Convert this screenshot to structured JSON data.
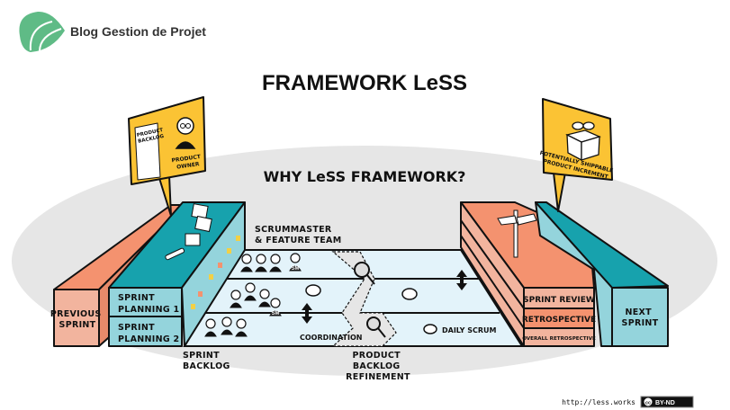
{
  "brand": {
    "name": "Blog Gestion de Projet",
    "color": "#5fbb86"
  },
  "title": "FRAMEWORK LeSS",
  "subtitle": "WHY LeSS FRAMEWORK?",
  "left_sign": {
    "doc_title": [
      "PRODUCT",
      "BACKLOG"
    ],
    "role": [
      "PRODUCT",
      "OWNER"
    ]
  },
  "right_sign": {
    "caption": [
      "POTENTIALLY SHIPPABLE",
      "PRODUCT INCREMENT"
    ]
  },
  "labels": {
    "previous_sprint": [
      "PREVIOUS",
      "SPRINT"
    ],
    "sprint_planning_1": [
      "SPRINT",
      "PLANNING 1"
    ],
    "sprint_planning_2": [
      "SPRINT",
      "PLANNING 2"
    ],
    "team": [
      "SCRUMMASTER",
      "& FEATURE TEAM"
    ],
    "coordination": "COORDINATION",
    "daily_scrum": "DAILY SCRUM",
    "sprint_backlog": [
      "SPRINT",
      "BACKLOG"
    ],
    "refinement": [
      "PRODUCT",
      "BACKLOG",
      "REFINEMENT"
    ],
    "sprint_review": "SPRINT REVIEW",
    "retrospective": "RETROSPECTIVE",
    "overall_retrospective": "OVERALL RETROSPECTIVE",
    "next_sprint": [
      "NEXT",
      "SPRINT"
    ],
    "scrum_master_badge": "SM"
  },
  "footer": {
    "url": "http://less.works",
    "license_cc": "cc",
    "license": "BY-ND"
  },
  "colors": {
    "orange": "#f4926f",
    "orange_light": "#f2b49e",
    "teal": "#17a2ad",
    "teal_light": "#94d4dc",
    "lane": "#e3f3fa",
    "sign": "#fbc334",
    "ellipse": "#e6e6e6"
  }
}
